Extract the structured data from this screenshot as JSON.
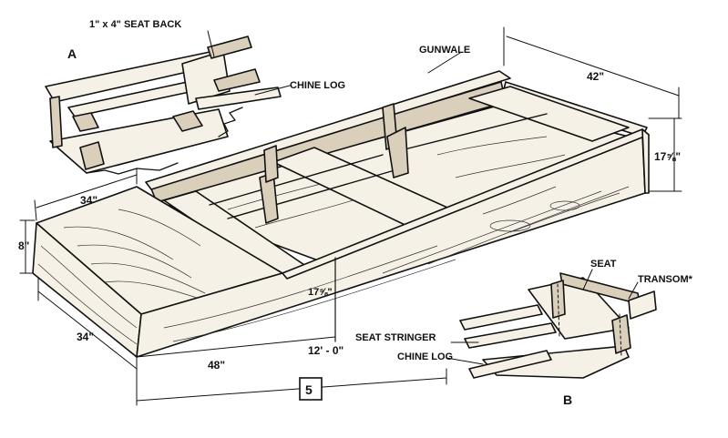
{
  "labels": {
    "detail_a": "A",
    "detail_b": "B",
    "figure_number": "5",
    "seat_back": "1\" x 4\" SEAT BACK",
    "chine_log_a": "CHINE LOG",
    "gunwale": "GUNWALE",
    "stern_width": "42\"",
    "stern_height": "17⅝\"",
    "bow_deck_length": "34\"",
    "bow_height": "8\"",
    "bow_width": "34\"",
    "mid_height": "17⅝\"",
    "overall_length": "12' - 0\"",
    "bottom_width": "48\"",
    "seat": "SEAT",
    "transom": "TRANSOM*",
    "seat_stringer": "SEAT STRINGER",
    "chine_log_b": "CHINE LOG"
  }
}
